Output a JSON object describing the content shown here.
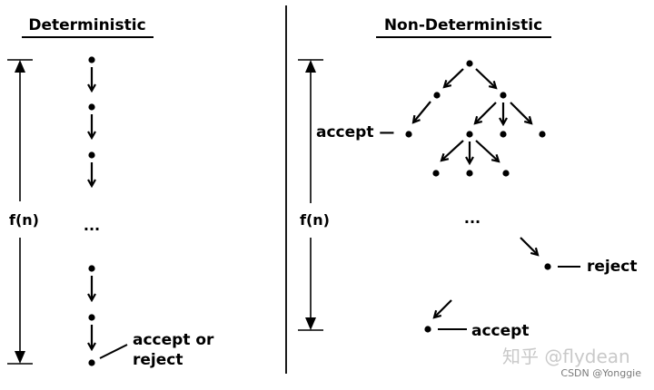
{
  "deterministic": {
    "title": "Deterministic",
    "time_label": "f(n)",
    "ellipsis": "...",
    "end_label_line1": "accept or",
    "end_label_line2": "reject"
  },
  "nondeterministic": {
    "title": "Non-Deterministic",
    "time_label": "f(n)",
    "ellipsis": "...",
    "accept_left_label": "accept —",
    "reject_label": "reject",
    "accept_bottom_label": "accept"
  },
  "watermark": {
    "site": "知乎 @flydean",
    "credit": "CSDN @Yonggie"
  }
}
